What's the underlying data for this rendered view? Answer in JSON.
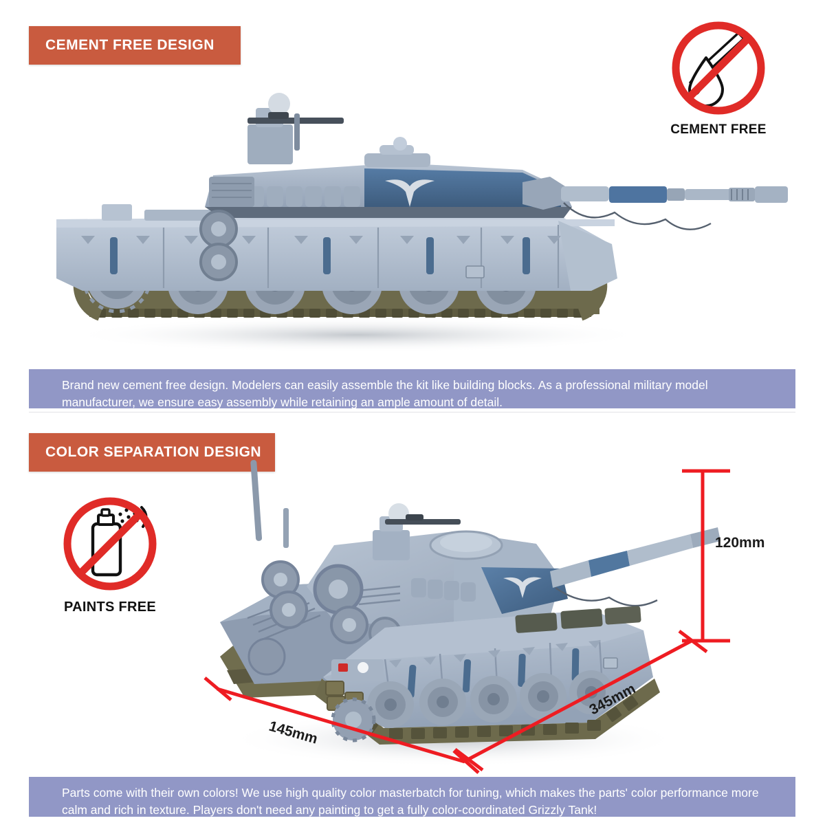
{
  "sections": [
    {
      "id": "cement",
      "tag_label": "CEMENT FREE DESIGN",
      "badge": {
        "icon": "no-cement-icon",
        "label": "CEMENT FREE"
      },
      "caption": "Brand new cement free design. Modelers can easily assemble the kit like building blocks. As a professional military model manufacturer, we ensure easy assembly while retaining an ample amount of detail.",
      "product_view": "tank-side-view"
    },
    {
      "id": "color",
      "tag_label": "COLOR SEPARATION DESIGN",
      "badge": {
        "icon": "no-paints-icon",
        "label": "PAINTS FREE"
      },
      "caption": "Parts come with their own colors! We use high quality color masterbatch for tuning, which makes the parts' color performance more calm and rich in texture. Players don't need any painting to get a fully color-coordinated Grizzly Tank!",
      "product_view": "tank-iso-view"
    }
  ],
  "dimensions": {
    "height": "120mm",
    "width": "145mm",
    "length": "345mm"
  },
  "colors": {
    "tag_orange": "#c95b3f",
    "caption_purple": "#9197c6",
    "dimension_red": "#ee1c22",
    "prohibition_red": "#e02b27",
    "hull_light": "#aebaca",
    "hull_mid": "#93a2b5",
    "hull_shadow": "#74849a",
    "turret_blue": "#4a6e96",
    "turret_blue_dark": "#3b5878",
    "track_olive": "#6d6a4c",
    "background": "#ffffff"
  }
}
